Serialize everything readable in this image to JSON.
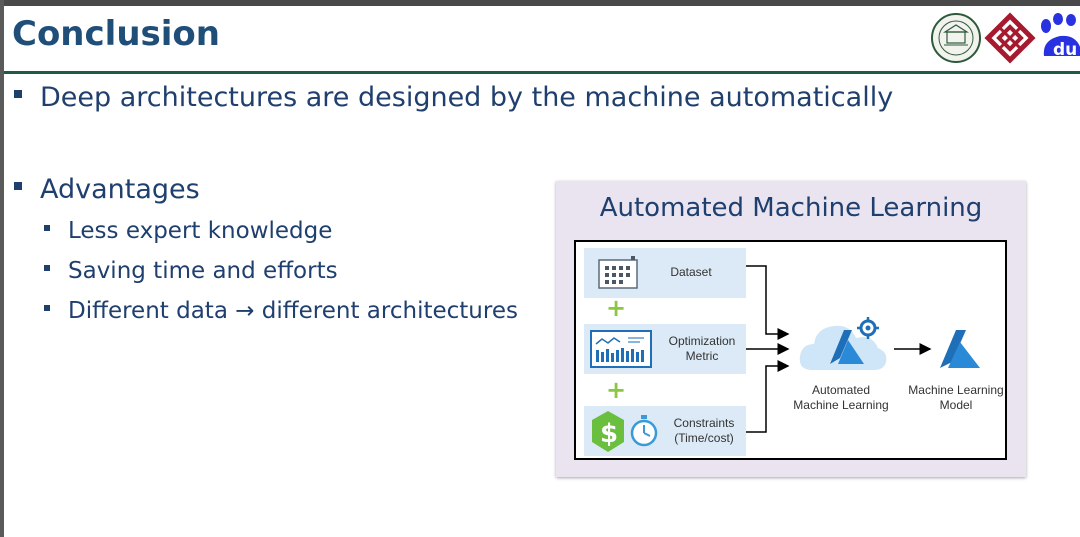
{
  "slide": {
    "title": "Conclusion",
    "bullets": [
      {
        "text": "Deep architectures are designed by the machine automatically"
      },
      {
        "text": "Advantages"
      }
    ],
    "sub_bullets": [
      {
        "text": "Less expert knowledge"
      },
      {
        "text": "Saving time and efforts"
      },
      {
        "text": "Different data → different architectures"
      }
    ]
  },
  "figure": {
    "title": "Automated Machine Learning",
    "inputs": [
      {
        "label": "Dataset",
        "icon": "dataset-icon"
      },
      {
        "label_line1": "Optimization",
        "label_line2": "Metric",
        "icon": "metric-chart-icon"
      },
      {
        "label_line1": "Constraints",
        "label_line2": "(Time/cost)",
        "icon": "constraints-icon"
      }
    ],
    "plus": "+",
    "automl": {
      "line1": "Automated",
      "line2": "Machine Learning",
      "icon": "automl-cloud-icon"
    },
    "model": {
      "line1": "Machine Learning",
      "line2": "Model",
      "icon": "azure-ml-icon"
    }
  },
  "logos": [
    "michigan-state-university-seal",
    "polyu-logo",
    "baidu-logo"
  ],
  "colors": {
    "title": "#1f4e79",
    "text": "#1f3f6e",
    "rule": "#1e5a48",
    "panel": "#e9e4ef",
    "step_bg": "#dbeaf6",
    "plus": "#8dc63f"
  }
}
